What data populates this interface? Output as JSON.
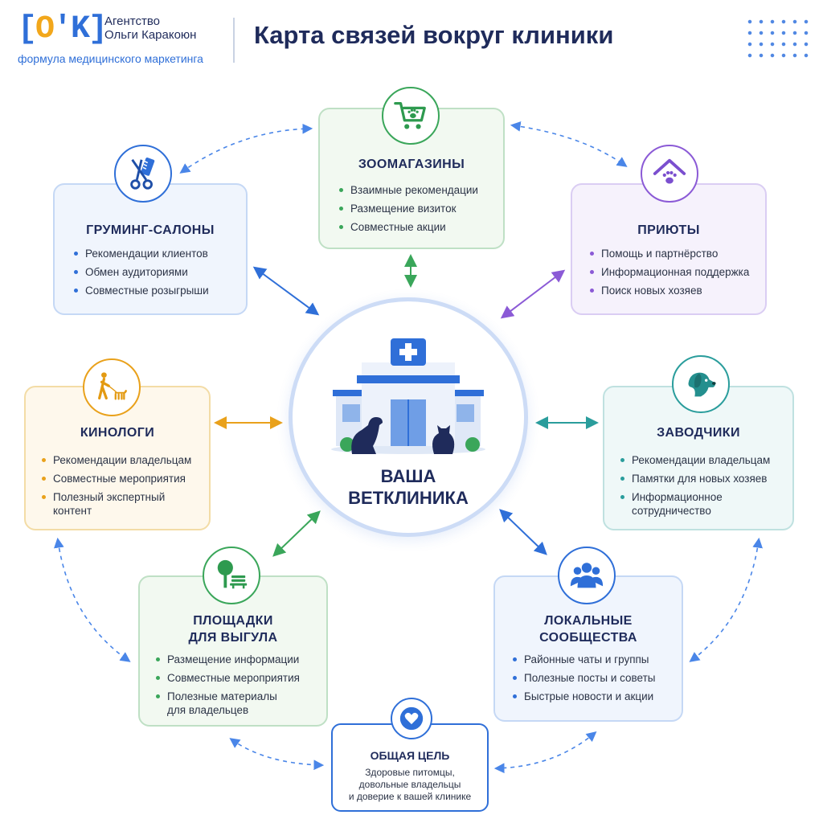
{
  "header": {
    "logo_mark": "[O'K]",
    "logo_line1": "Агентство",
    "logo_line2": "Ольги Каракоюн",
    "tagline": "формула медицинского маркетинга",
    "title": "Карта связей вокруг клиники"
  },
  "center": {
    "line1": "ВАША",
    "line2": "ВЕТКЛИНИКА",
    "icon": "vet-clinic-building-icon"
  },
  "nodes": {
    "pet_stores": {
      "title": "ЗООМАГАЗИНЫ",
      "icon": "shopping-cart-paw-icon",
      "color": "#3aa65a",
      "bg": "#f2f9f1",
      "items": [
        "Взаимные рекомендации",
        "Размещение визиток",
        "Совместные акции"
      ]
    },
    "grooming": {
      "title": "ГРУМИНГ-САЛОНЫ",
      "icon": "scissors-comb-icon",
      "color": "#2f6fd8",
      "bg": "#f0f5fd",
      "items": [
        "Рекомендации клиентов",
        "Обмен аудиториями",
        "Совместные розыгрыши"
      ]
    },
    "shelters": {
      "title": "ПРИЮТЫ",
      "icon": "house-paw-icon",
      "color": "#8b5ad6",
      "bg": "#f6f2fc",
      "items": [
        "Помощь и партнёрство",
        "Информационная поддержка",
        "Поиск новых хозяев"
      ]
    },
    "trainers": {
      "title": "КИНОЛОГИ",
      "icon": "person-walking-dog-icon",
      "color": "#e9a11b",
      "bg": "#fef8ec",
      "items": [
        "Рекомендации владельцам",
        "Совместные мероприятия",
        "Полезный экспертный контент"
      ]
    },
    "breeders": {
      "title": "ЗАВОДЧИКИ",
      "icon": "dog-head-icon",
      "color": "#2a9d9c",
      "bg": "#eff8f8",
      "items": [
        "Рекомендации владельцам",
        "Памятки для новых хозяев",
        "Информационное сотрудничество"
      ]
    },
    "parks": {
      "title_line1": "ПЛОЩАДКИ",
      "title_line2": "ДЛЯ ВЫГУЛА",
      "icon": "tree-bench-icon",
      "color": "#3aa65a",
      "bg": "#f2f9f1",
      "items": [
        "Размещение информации",
        "Совместные мероприятия",
        "Полезные материалы для владельцев"
      ]
    },
    "communities": {
      "title_line1": "ЛОКАЛЬНЫЕ",
      "title_line2": "СООБЩЕСТВА",
      "icon": "people-group-icon",
      "color": "#2f6fd8",
      "bg": "#f0f5fd",
      "items": [
        "Районные чаты и группы",
        "Полезные посты и советы",
        "Быстрые новости и акции"
      ]
    }
  },
  "goal": {
    "title": "ОБЩАЯ ЦЕЛЬ",
    "line1": "Здоровые питомцы,",
    "line2": "довольные владельцы",
    "line3": "и доверие к вашей клинике",
    "icon": "heart-icon",
    "color": "#2f6fd8"
  }
}
